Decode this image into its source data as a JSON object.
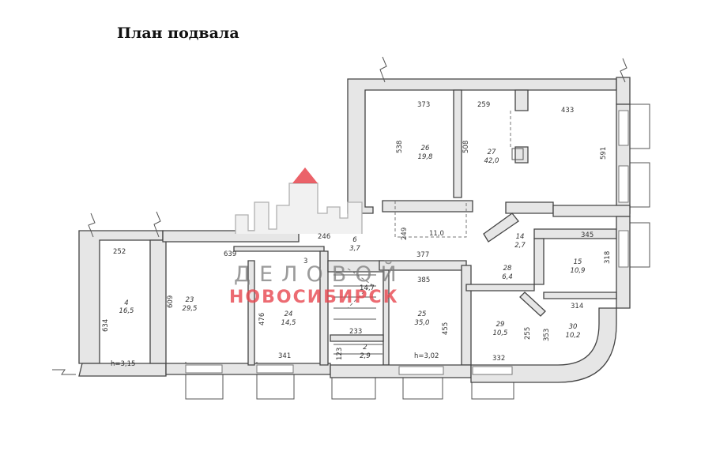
{
  "title": "План подвала",
  "rooms": [
    {
      "num": "4",
      "area": "16,5"
    },
    {
      "num": "23",
      "area": "29,5"
    },
    {
      "num": "24",
      "area": "14,5"
    },
    {
      "num": "2",
      "area": "2,9"
    },
    {
      "num": "25",
      "area": "35,0"
    },
    {
      "num": "26",
      "area": "19,8"
    },
    {
      "num": "27",
      "area": "42,0"
    },
    {
      "num": "6",
      "area": "3,7"
    },
    {
      "num": "14",
      "area": "2,7"
    },
    {
      "num": "15",
      "area": "10,9"
    },
    {
      "num": "28",
      "area": "6,4"
    },
    {
      "num": "29",
      "area": "10,5"
    },
    {
      "num": "30",
      "area": "10,2"
    }
  ],
  "dimensions": {
    "d252": "252",
    "d634": "634",
    "d639": "639",
    "d609": "609",
    "d476": "476",
    "d341": "341",
    "d233": "233",
    "d123": "123",
    "d455": "455",
    "d332": "332",
    "d373": "373",
    "d259": "259",
    "d433": "433",
    "d538": "538",
    "d508": "508",
    "d591": "591",
    "d249": "249",
    "d246": "246",
    "d377": "377",
    "d345": "345",
    "d318": "318",
    "d314": "314",
    "d255": "255",
    "d353": "353",
    "d3": "3",
    "d147": "14,7",
    "d385": "385",
    "d110": "11,0",
    "h302": "h=3,02",
    "h315": "h=3,15"
  },
  "watermark": {
    "line1": "ДЕЛОВОЙ",
    "line2": "НОВОСИБИРСК",
    "color": "#e8474f"
  }
}
